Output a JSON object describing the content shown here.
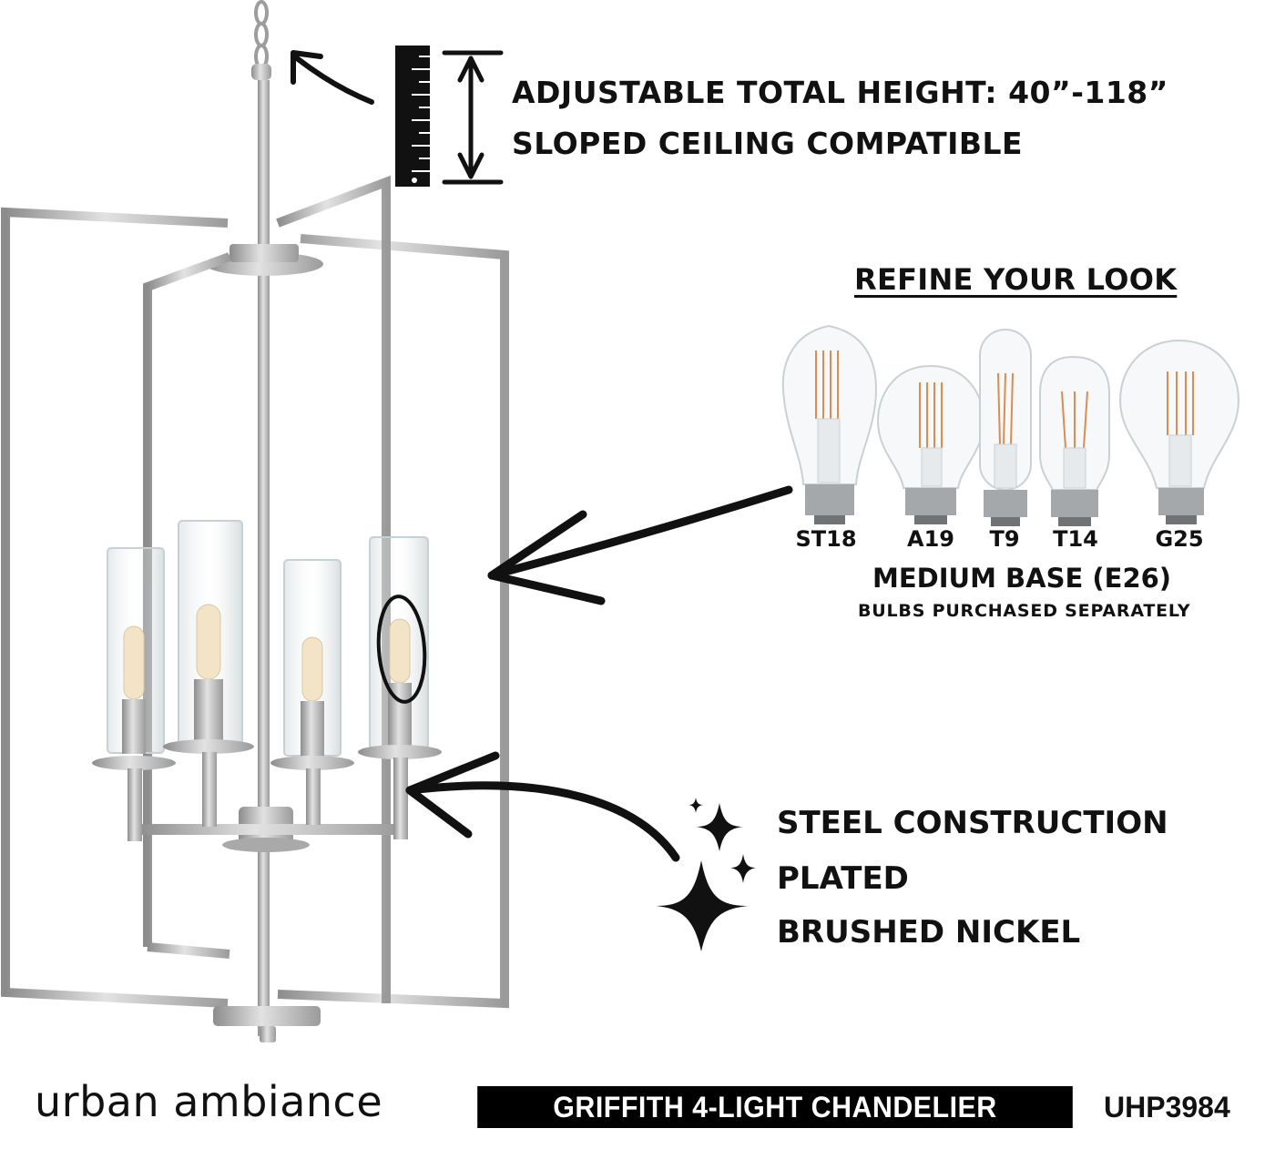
{
  "height_feature": {
    "line1": "ADJUSTABLE TOTAL HEIGHT: 40”-118”",
    "line2": "SLOPED CEILING COMPATIBLE"
  },
  "bulbs_section": {
    "title": "REFINE YOUR LOOK",
    "bulbs": [
      {
        "label": "ST18",
        "icon": "st18-bulb-icon"
      },
      {
        "label": "A19",
        "icon": "a19-bulb-icon"
      },
      {
        "label": "T9",
        "icon": "t9-bulb-icon"
      },
      {
        "label": "T14",
        "icon": "t14-bulb-icon"
      },
      {
        "label": "G25",
        "icon": "g25-bulb-icon"
      }
    ],
    "base": "MEDIUM BASE (E26)",
    "note": "BULBS PURCHASED SEPARATELY"
  },
  "material_feature": {
    "line1": "STEEL CONSTRUCTION",
    "line2": "PLATED",
    "line3": "BRUSHED NICKEL"
  },
  "footer": {
    "brand": "urban ambiance",
    "product_name": "GRIFFITH 4-LIGHT CHANDELIER",
    "sku": "UHP3984"
  },
  "colors": {
    "nickel": "#b9b9b9",
    "nickel_dark": "#8f8f8f",
    "ink": "#111111"
  }
}
